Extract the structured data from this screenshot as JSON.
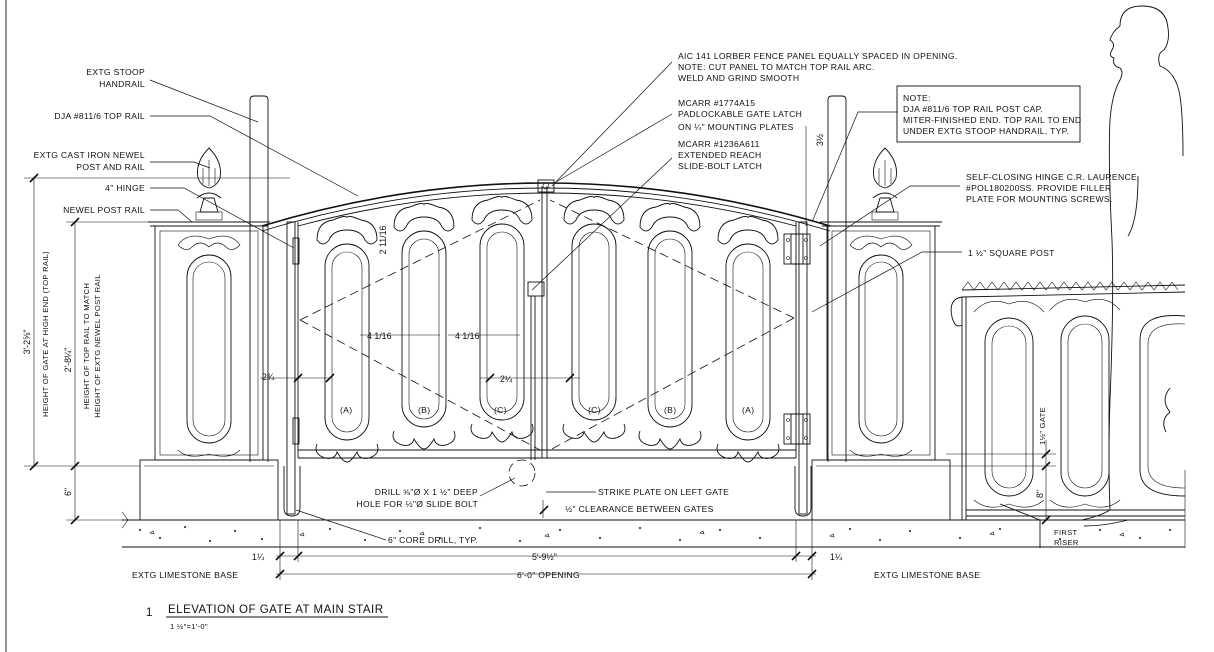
{
  "callouts_left": {
    "stoop_handrail": [
      "EXTG STOOP",
      "HANDRAIL"
    ],
    "top_rail": "DJA #811/6 TOP RAIL",
    "newel_post": [
      "EXTG CAST IRON NEWEL",
      "POST AND RAIL"
    ],
    "hinge": "4\" HINGE",
    "newel_post_rail": "NEWEL POST RAIL"
  },
  "callouts_top": {
    "panel": [
      "AIC 141 LORBER FENCE PANEL EQUALLY SPACED IN OPENING.",
      "NOTE: CUT PANEL TO MATCH TOP RAIL ARC.",
      "WELD AND GRIND SMOOTH"
    ],
    "gate_latch": [
      "MCARR #1774A15",
      "PADLOCKABLE GATE LATCH",
      "ON ¼\" MOUNTING PLATES"
    ],
    "slide_bolt": [
      "MCARR #1236A611",
      "EXTENDED REACH",
      "SLIDE-BOLT LATCH"
    ]
  },
  "note_box": [
    "NOTE:",
    "DJA #811/6 TOP RAIL POST CAP.",
    "MITER-FINISHED END. TOP RAIL TO END",
    "UNDER EXTG STOOP HANDRAIL, TYP."
  ],
  "callouts_right": {
    "closing_hinge": [
      "SELF-CLOSING HINGE C.R. LAURENCE",
      "#POL180200SS. PROVIDE FILLER",
      "PLATE FOR MOUNTING SCREWS."
    ],
    "square_post": "1 ½\" SQUARE POST"
  },
  "callouts_bottom": {
    "drill_hole": [
      "DRILL ⅝\"Ø X 1 ½\" DEEP",
      "HOLE FOR ½\"Ø SLIDE BOLT"
    ],
    "strike_plate": "STRIKE PLATE ON LEFT GATE",
    "clearance": "½\" CLEARANCE BETWEEN GATES",
    "core_drill": "6\" CORE DRILL, TYP."
  },
  "dimensions": {
    "gate_height": "3'-2⅝\"",
    "gate_height_label": "HEIGHT OF GATE AT HIGH END (TOP RAIL)",
    "rail_height": "2'-8¼\"",
    "rail_height_label": [
      "HEIGHT OF TOP RAIL TO MATCH",
      "HEIGHT OF EXTG NEWEL POST RAIL"
    ],
    "base_height": "6\"",
    "left_gap": "2¾",
    "picket_spacing_1": "4 1/16",
    "picket_spacing_2": "4 1/16",
    "center_gap": "2¼",
    "arc_rise": "2 11/16",
    "post_offset": "3½",
    "gate_clear_right": "1½\" GATE",
    "riser_height": "8\"",
    "first_riser": [
      "FIRST",
      "RISER"
    ],
    "left_base": "1¼",
    "gate_width": "5'-9½\"",
    "right_base": "1¼",
    "opening": "6'-0\" OPENING",
    "limestone_left": "EXTG LIMESTONE BASE",
    "limestone_right": "EXTG LIMESTONE BASE"
  },
  "panel_tags": [
    "(A)",
    "(B)",
    "(C)",
    "(C)",
    "(B)",
    "(A)"
  ],
  "title_block": {
    "number": "1",
    "title": "ELEVATION OF GATE AT MAIN STAIR",
    "scale": "1 ½\"=1'-0\""
  }
}
